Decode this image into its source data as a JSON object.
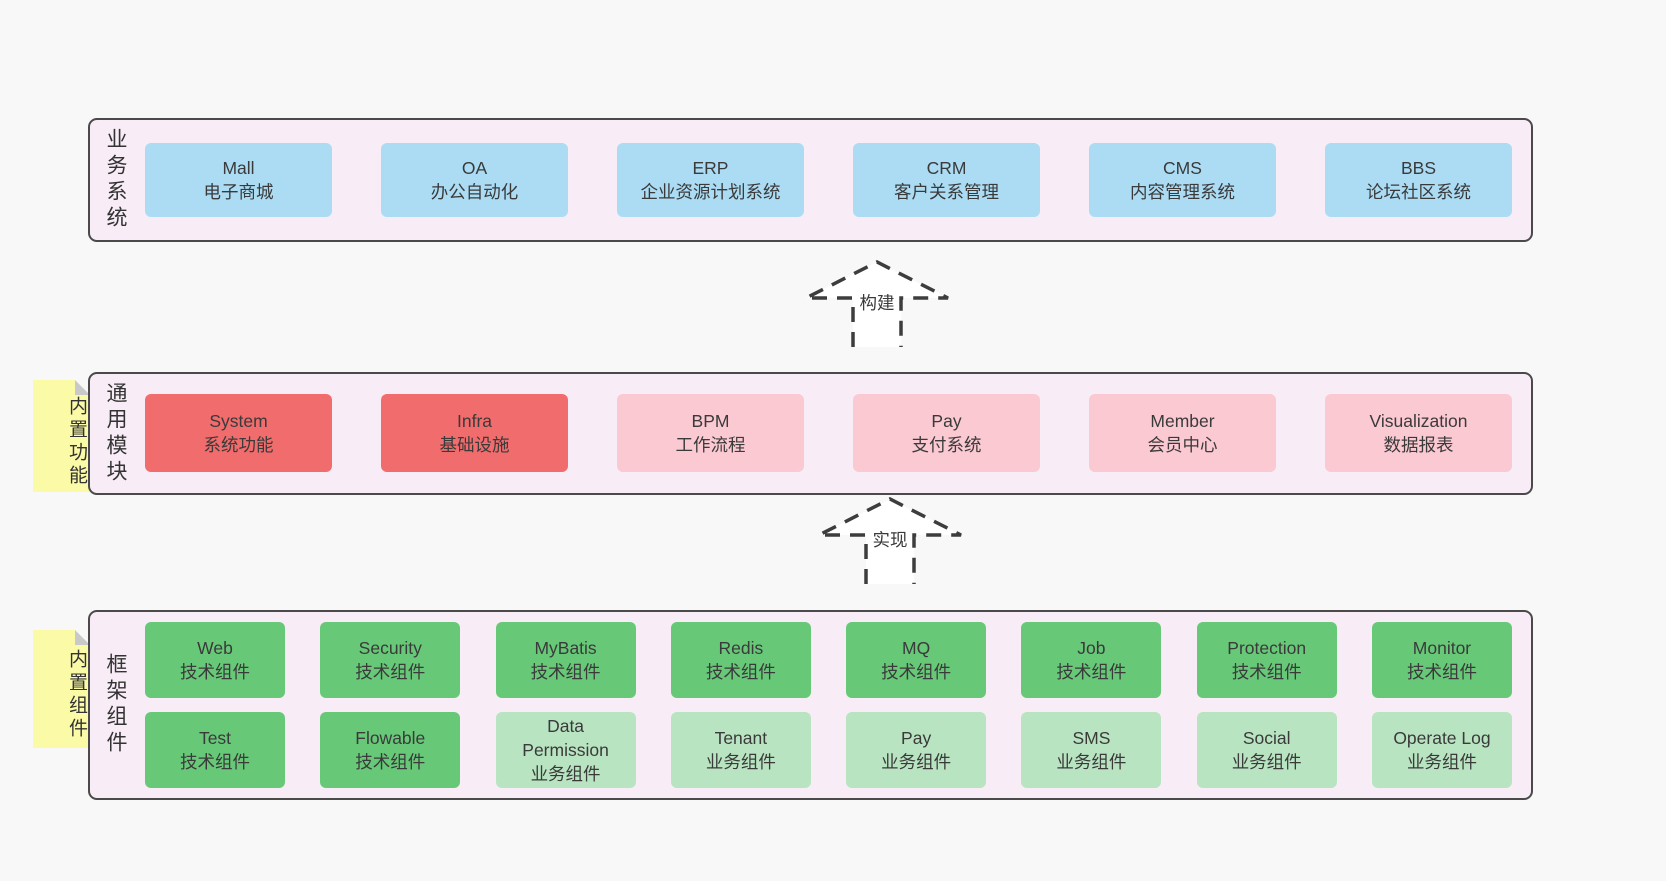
{
  "layers": {
    "business": {
      "label": "业务系统",
      "boxes": [
        {
          "title": "Mall",
          "subtitle": "电子商城"
        },
        {
          "title": "OA",
          "subtitle": "办公自动化"
        },
        {
          "title": "ERP",
          "subtitle": "企业资源计划系统"
        },
        {
          "title": "CRM",
          "subtitle": "客户关系管理"
        },
        {
          "title": "CMS",
          "subtitle": "内容管理系统"
        },
        {
          "title": "BBS",
          "subtitle": "论坛社区系统"
        }
      ]
    },
    "modules": {
      "label": "通用模块",
      "sticky": "内置功能",
      "boxes": [
        {
          "title": "System",
          "subtitle": "系统功能",
          "variant": "red"
        },
        {
          "title": "Infra",
          "subtitle": "基础设施",
          "variant": "red"
        },
        {
          "title": "BPM",
          "subtitle": "工作流程",
          "variant": "pink"
        },
        {
          "title": "Pay",
          "subtitle": "支付系统",
          "variant": "pink"
        },
        {
          "title": "Member",
          "subtitle": "会员中心",
          "variant": "pink"
        },
        {
          "title": "Visualization",
          "subtitle": "数据报表",
          "variant": "pink"
        }
      ]
    },
    "framework": {
      "label": "框架组件",
      "sticky": "内置组件",
      "row1": [
        {
          "title": "Web",
          "subtitle": "技术组件",
          "variant": "green"
        },
        {
          "title": "Security",
          "subtitle": "技术组件",
          "variant": "green"
        },
        {
          "title": "MyBatis",
          "subtitle": "技术组件",
          "variant": "green"
        },
        {
          "title": "Redis",
          "subtitle": "技术组件",
          "variant": "green"
        },
        {
          "title": "MQ",
          "subtitle": "技术组件",
          "variant": "green"
        },
        {
          "title": "Job",
          "subtitle": "技术组件",
          "variant": "green"
        },
        {
          "title": "Protection",
          "subtitle": "技术组件",
          "variant": "green"
        },
        {
          "title": "Monitor",
          "subtitle": "技术组件",
          "variant": "green"
        }
      ],
      "row2": [
        {
          "title": "Test",
          "subtitle": "技术组件",
          "variant": "green"
        },
        {
          "title": "Flowable",
          "subtitle": "技术组件",
          "variant": "green"
        },
        {
          "title": "Data Permission",
          "subtitle": "业务组件",
          "variant": "lgreen"
        },
        {
          "title": "Tenant",
          "subtitle": "业务组件",
          "variant": "lgreen"
        },
        {
          "title": "Pay",
          "subtitle": "业务组件",
          "variant": "lgreen"
        },
        {
          "title": "SMS",
          "subtitle": "业务组件",
          "variant": "lgreen"
        },
        {
          "title": "Social",
          "subtitle": "业务组件",
          "variant": "lgreen"
        },
        {
          "title": "Operate Log",
          "subtitle": "业务组件",
          "variant": "lgreen"
        }
      ]
    }
  },
  "arrows": [
    {
      "label": "构建"
    },
    {
      "label": "实现"
    }
  ],
  "colors": {
    "page_bg": "#f8f8f8",
    "panel_bg": "#f8edf6",
    "panel_border": "#4a4a4a",
    "blue_box": "#abdcf4",
    "red_box": "#f16c6c",
    "pink_box": "#fbc9d2",
    "green_box": "#67c978",
    "light_green_box": "#b9e4c1",
    "sticky_bg": "#fbfaa6",
    "sticky_fold": "#c9c9c9",
    "text": "#3a3a3a",
    "arrow_dash": "#3d3d3d"
  }
}
